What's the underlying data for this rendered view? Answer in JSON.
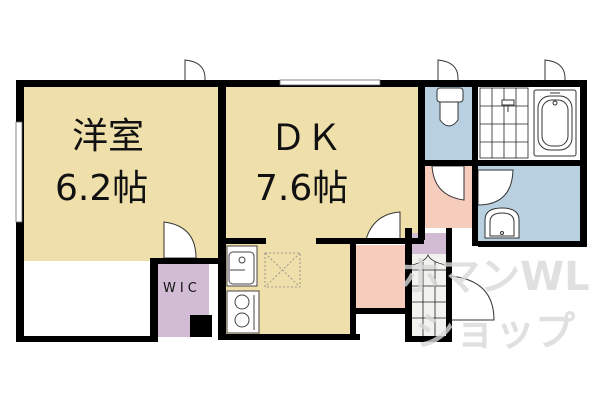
{
  "rooms": {
    "western_room": {
      "name": "洋室",
      "size": "6.2帖",
      "color": "#efdfaa"
    },
    "dk": {
      "name": "ＤＫ",
      "size": "7.6帖",
      "color": "#efdfaa"
    },
    "wic": {
      "name": "WIC",
      "color": "#d1bcd3"
    },
    "toilet": {
      "color": "#b8d0e0"
    },
    "bathroom": {
      "color": "#ffffff"
    },
    "washroom": {
      "color": "#b8d0e0"
    },
    "hallway_upper": {
      "color": "#f6cdbd"
    },
    "hallway_lower": {
      "color": "#f6cdbd"
    },
    "shoe_storage": {
      "color": "#d1bcd3"
    },
    "entrance": {
      "color": "#f2f2ee"
    }
  },
  "colors": {
    "wall": "#000000",
    "background": "#ffffff"
  },
  "watermark": {
    "line1": "ホマンWL",
    "line2": "ショップ"
  }
}
